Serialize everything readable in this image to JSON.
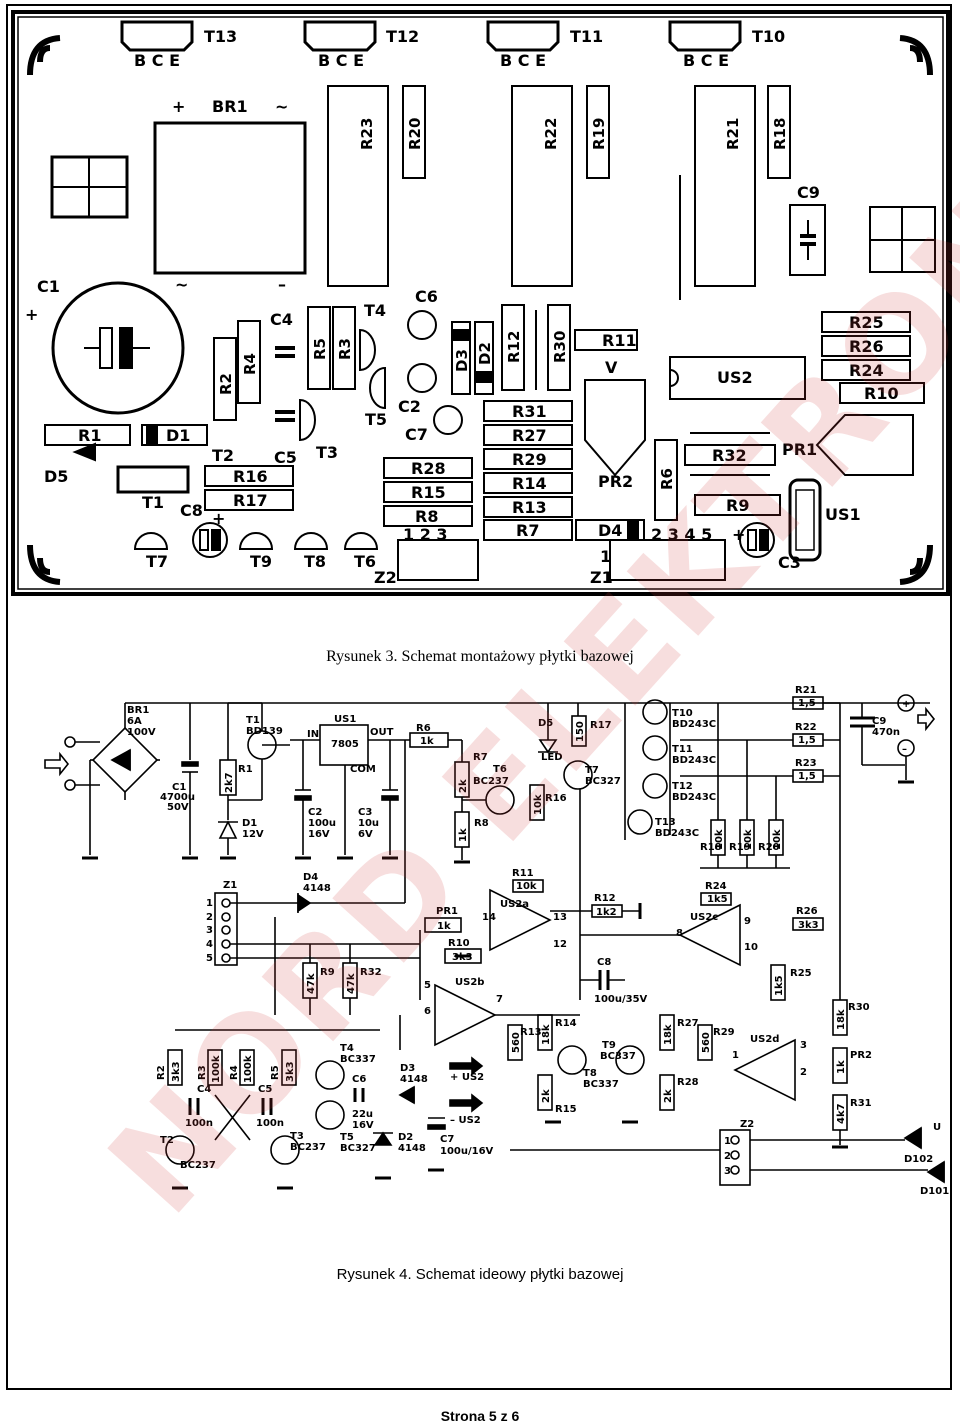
{
  "pcb": {
    "title_caption": "Rysunek 3. Schemat montażowy płytki bazowej",
    "transistors_top": [
      "T13",
      "T12",
      "T11",
      "T10"
    ],
    "pinout_bce": "B C E",
    "labels": {
      "br1": "BR1",
      "plus": "+",
      "tilde": "~",
      "minus": "–",
      "c1": "C1",
      "c4": "C4",
      "c5": "C5",
      "c6": "C6",
      "c2": "C2",
      "c7": "C7",
      "c8": "C8",
      "c9": "C9",
      "c3": "C3",
      "r1": "R1",
      "r2": "R2",
      "r3": "R3",
      "r4": "R4",
      "r5": "R5",
      "r6": "R6",
      "r7": "R7",
      "r8": "R8",
      "r9": "R9",
      "r10": "R10",
      "r11": "R11",
      "r12": "R12",
      "r13": "R13",
      "r14": "R14",
      "r15": "R15",
      "r16": "R16",
      "r17": "R17",
      "r18": "R18",
      "r19": "R19",
      "r20": "R20",
      "r21": "R21",
      "r22": "R22",
      "r23": "R23",
      "r24": "R24",
      "r25": "R25",
      "r26": "R26",
      "r27": "R27",
      "r28": "R28",
      "r29": "R29",
      "r30": "R30",
      "r31": "R31",
      "r32": "R32",
      "d1": "D1",
      "d2": "D2",
      "d3": "D3",
      "d4": "D4",
      "d5": "D5",
      "t1": "T1",
      "t2": "T2",
      "t3": "T3",
      "t4": "T4",
      "t5": "T5",
      "t6": "T6",
      "t7": "T7",
      "t8": "T8",
      "t9": "T9",
      "us1": "US1",
      "us2": "US2",
      "pr1": "PR1",
      "pr2": "PR2",
      "v": "V",
      "z1": "Z1",
      "z2": "Z2",
      "z1_pins": "1",
      "z1_pins2": "2 3 4 5",
      "z2_pins": "1 2 3"
    }
  },
  "schematic": {
    "title_caption": "Rysunek 4. Schemat ideowy płytki bazowej",
    "labels": {
      "br1": "BR1",
      "br1_spec1": "6A",
      "br1_spec2": "100V",
      "c1": "C1",
      "c1_spec1": "4700u",
      "c1_spec2": "50V",
      "t1": "T1",
      "t1_type": "BD139",
      "r1": "R1",
      "r1_val": "2k7",
      "d1": "D1",
      "d1_val": "12V",
      "us1": "US1",
      "us1_type": "7805",
      "in": "IN",
      "out": "OUT",
      "com": "COM",
      "c2": "C2",
      "c2_v1": "100u",
      "c2_v2": "16V",
      "c3": "C3",
      "c3_v1": "10u",
      "c3_v2": "6V",
      "r6": "R6",
      "r6_val": "1k",
      "r7": "R7",
      "r7_val": "2k",
      "r8": "R8",
      "r8_val": "1k",
      "t6": "T6",
      "t6_type": "BC237",
      "d5": "D5",
      "led": "LED",
      "r16": "R16",
      "r16_val": "10k",
      "r17": "R17",
      "r17_val": "150",
      "t7": "T7",
      "t7_type": "BC327",
      "t10": "T10",
      "t11": "T11",
      "t12": "T12",
      "t13": "T13",
      "bd243c": "BD243C",
      "r21": "R21",
      "r22": "R22",
      "r23": "R23",
      "r_1_5": "1,5",
      "c9": "C9",
      "c9_val": "470n",
      "plus": "+",
      "minus": "–",
      "r18": "R18",
      "r19": "R19",
      "r20": "R20",
      "r10k": "10k",
      "z1": "Z1",
      "z1_pins": [
        "1",
        "2",
        "3",
        "4",
        "5"
      ],
      "d4": "D4",
      "d4_val": "4148",
      "pr1": "PR1",
      "pr1_val": "1k",
      "r10": "R10",
      "r10_val": "3k3",
      "r11": "R11",
      "r11_val": "10k",
      "us2a": "US2a",
      "pin14": "14",
      "pin13": "13",
      "pin12": "12",
      "r12": "R12",
      "r12_val": "1k2",
      "r24": "R24",
      "r24_val": "1k5",
      "us2c": "US2c",
      "pin8": "8",
      "pin9": "9",
      "pin10": "10",
      "r26": "R26",
      "r26_val": "3k3",
      "r25": "R25",
      "r25_val": "1k5",
      "r9": "R9",
      "r9_val": "47k",
      "r32": "R32",
      "r32_val": "47k",
      "us2b": "US2b",
      "pin5": "5",
      "pin6": "6",
      "pin7": "7",
      "c8": "C8",
      "c8_val": "100u/35V",
      "r13": "R13",
      "r13_val": "560",
      "r14": "R14",
      "r14_val": "18k",
      "r15": "R15",
      "r15_val": "2k",
      "t8": "T8",
      "t8_type": "BC337",
      "t9": "T9",
      "t9_type": "BC337",
      "r27": "R27",
      "r27_val": "18k",
      "r28": "R28",
      "r28_val": "2k",
      "r29": "R29",
      "r29_val": "560",
      "us2d": "US2d",
      "pin1": "1",
      "pin2": "2",
      "pin3": "3",
      "r30": "R30",
      "r30_val": "18k",
      "pr2": "PR2",
      "pr2_val": "1k",
      "r31": "R31",
      "r31_val": "4k7",
      "r2": "R2",
      "r2_val": "3k3",
      "r3": "R3",
      "r3_val": "100k",
      "r4": "R4",
      "r4_val": "100k",
      "r5": "R5",
      "r5_val": "3k3",
      "c4": "C4",
      "c5": "C5",
      "c_100n": "100n",
      "t2": "T2",
      "t2_type": "BC237",
      "t3": "T3",
      "t3_type": "BC237",
      "t4": "T4",
      "t4_type": "BC337",
      "t5": "T5",
      "t5_type": "BC327",
      "c6": "C6",
      "c6_v1": "22u",
      "c6_v2": "16V",
      "d3": "D3",
      "d3_val": "4148",
      "d2": "D2",
      "d2_val": "4148",
      "c7": "C7",
      "c7_val": "100u/16V",
      "us2_plus": "+ US2",
      "us2_minus": "– US2",
      "z2": "Z2",
      "z2_pins": [
        "1",
        "2",
        "3"
      ],
      "d102": "D102",
      "d101": "D101",
      "u": "U"
    }
  },
  "watermark": "NORD ELEKTRONIK",
  "page_number": "Strona 5 z 6"
}
